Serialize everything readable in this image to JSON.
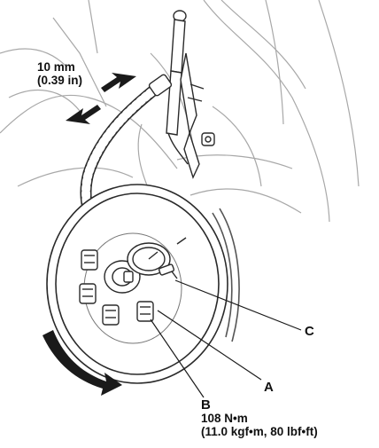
{
  "gap_spec": {
    "metric": "10 mm",
    "imperial": "(0.39 in)"
  },
  "callouts": {
    "a": "A",
    "b": "B",
    "c": "C"
  },
  "torque_spec": {
    "metric": "108 N•m",
    "other_units": "(11.0 kgf•m, 80 lbf•ft)"
  },
  "colors": {
    "line": "#2a2a2a",
    "light_line": "#9a9a9a",
    "arrow": "#1a1a1a"
  }
}
